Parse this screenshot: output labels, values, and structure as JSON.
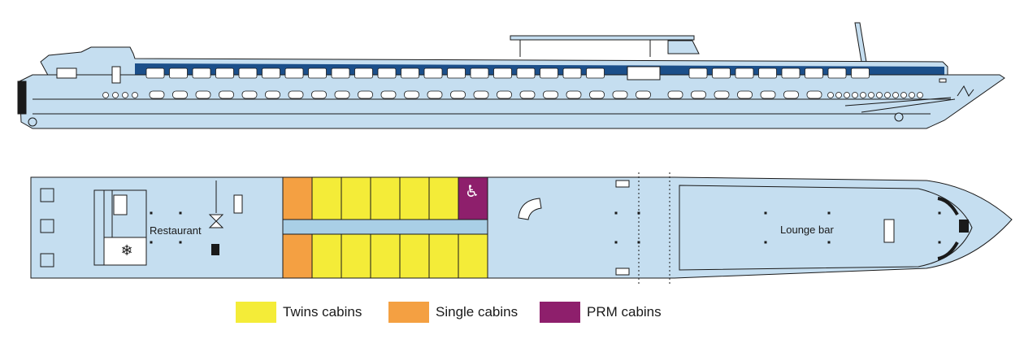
{
  "deck_plan": {
    "labels": {
      "restaurant": "Restaurant",
      "lounge_bar": "Lounge bar"
    },
    "colors": {
      "hull": "#c5def0",
      "outline": "#1a1a1a",
      "window_band": "#1b4f8a",
      "twins": "#f4ec38",
      "single": "#f4a042",
      "prm": "#8e1f6c",
      "corridor": "#a9cfe6"
    },
    "cabins": {
      "top_row": [
        "single",
        "twins",
        "twins",
        "twins",
        "twins",
        "twins",
        "prm"
      ],
      "bottom_row": [
        "single",
        "twins",
        "twins",
        "twins",
        "twins",
        "twins",
        "twins"
      ]
    },
    "icons": [
      "wheelchair-icon",
      "snowflake-icon",
      "staircase-icon",
      "anchor-icon"
    ]
  },
  "legend": [
    {
      "key": "twins",
      "label": "Twins cabins",
      "color": "#f4ec38"
    },
    {
      "key": "single",
      "label": "Single cabins",
      "color": "#f4a042"
    },
    {
      "key": "prm",
      "label": "PRM cabins",
      "color": "#8e1f6c"
    }
  ]
}
